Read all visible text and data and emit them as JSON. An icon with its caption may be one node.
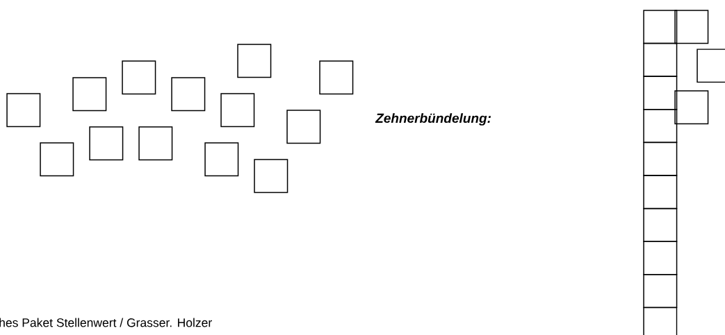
{
  "diagram": {
    "nodes": [
      {
        "text": [],
        "shape": "box"
      },
      {
        "text": [],
        "shape": "box"
      },
      {
        "text": [],
        "shape": "box"
      },
      {
        "text": [],
        "shape": "box"
      },
      {
        "text": [],
        "shape": "box"
      },
      {
        "text": [],
        "shape": "box"
      },
      {
        "text": [],
        "shape": "box"
      },
      {
        "text": [],
        "shape": "box"
      },
      {
        "text": [],
        "shape": "box"
      },
      {
        "text": [],
        "shape": "box"
      },
      {
        "text": [],
        "shape": "box"
      },
      {
        "text": [],
        "shape": "box"
      },
      {
        "text": [],
        "shape": "box"
      },
      {
        "text": [],
        "shape": "box"
      },
      {
        "text": [],
        "shape": "box"
      },
      {
        "text": [],
        "shape": "box"
      },
      {
        "text": [],
        "shape": "box"
      },
      {
        "text": [],
        "shape": "box"
      },
      {
        "text": [],
        "shape": "box"
      },
      {
        "text": [],
        "shape": "box"
      },
      {
        "text": [],
        "shape": "box"
      },
      {
        "text": [],
        "shape": "box"
      },
      {
        "text": [],
        "shape": "box"
      },
      {
        "text": [],
        "shape": "box"
      },
      {
        "text": [],
        "shape": "box"
      },
      {
        "text": [],
        "shape": "box"
      }
    ],
    "labels": [
      "Zehnerbündelung:",
      "hes Paket Stellenwert / Grasser. Holzer"
    ]
  }
}
